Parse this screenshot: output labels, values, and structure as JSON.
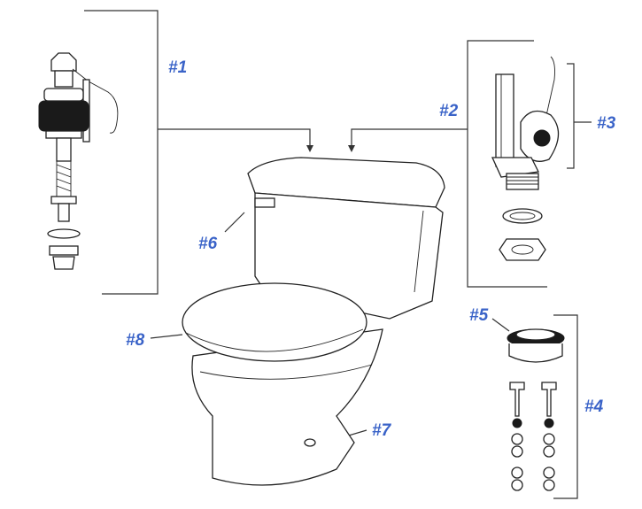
{
  "callouts": [
    {
      "id": "1",
      "text": "#1"
    },
    {
      "id": "2",
      "text": "#2"
    },
    {
      "id": "3",
      "text": "#3"
    },
    {
      "id": "4",
      "text": "#4"
    },
    {
      "id": "5",
      "text": "#5"
    },
    {
      "id": "6",
      "text": "#6"
    },
    {
      "id": "7",
      "text": "#7"
    },
    {
      "id": "8",
      "text": "#8"
    }
  ],
  "colors": {
    "label": "#3a63c8",
    "line": "#333333"
  }
}
